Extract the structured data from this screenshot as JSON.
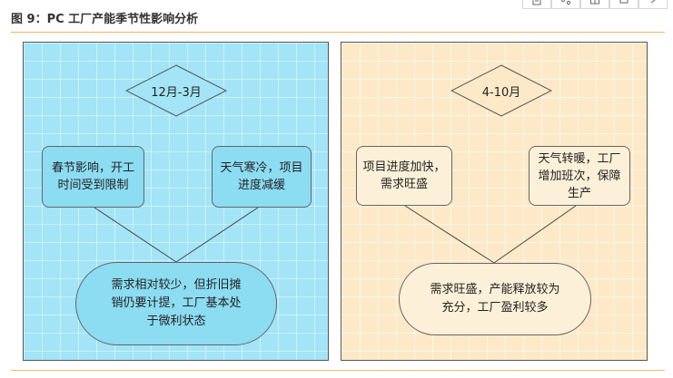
{
  "figure": {
    "title": "图 9：PC 工厂产能季节性影响分析"
  },
  "toolbar": {
    "icons": [
      "doc-icon",
      "share-icon",
      "table-icon",
      "print-icon",
      "more-icon"
    ]
  },
  "left_panel": {
    "period": "12月-3月",
    "factor_a": "春节影响，开工\n时间受到限制",
    "factor_b": "天气寒冷，项目\n进度减缓",
    "outcome": "需求相对较少，但折旧摊\n销仍要计提，工厂基本处\n于微利状态",
    "color": "#a3e4f7"
  },
  "right_panel": {
    "period": "4-10月",
    "factor_a": "项目进度加快，\n需求旺盛",
    "factor_b": "天气转暖，工厂\n增加班次，保障\n生产",
    "outcome": "需求旺盛，产能释放较为\n充分，工厂盈利较多",
    "color": "#fde9c7"
  },
  "colors": {
    "accent_rule": "#f0b36b",
    "border": "#555555"
  }
}
